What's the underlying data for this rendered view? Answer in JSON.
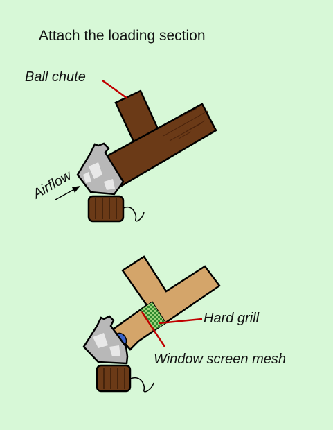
{
  "title": "Attach the loading section",
  "labels": {
    "ball_chute": "Ball chute",
    "airflow": "Airflow",
    "hard_grill": "Hard grill",
    "window_screen_mesh": "Window screen mesh"
  },
  "colors": {
    "background": "#d7f8d7",
    "dark_wood": "#6b3a17",
    "light_wood": "#d4a56a",
    "metal": "#b8b8b8",
    "grill_green": "#2f8a2f",
    "pointer_red": "#c00000",
    "outline": "#000000"
  }
}
